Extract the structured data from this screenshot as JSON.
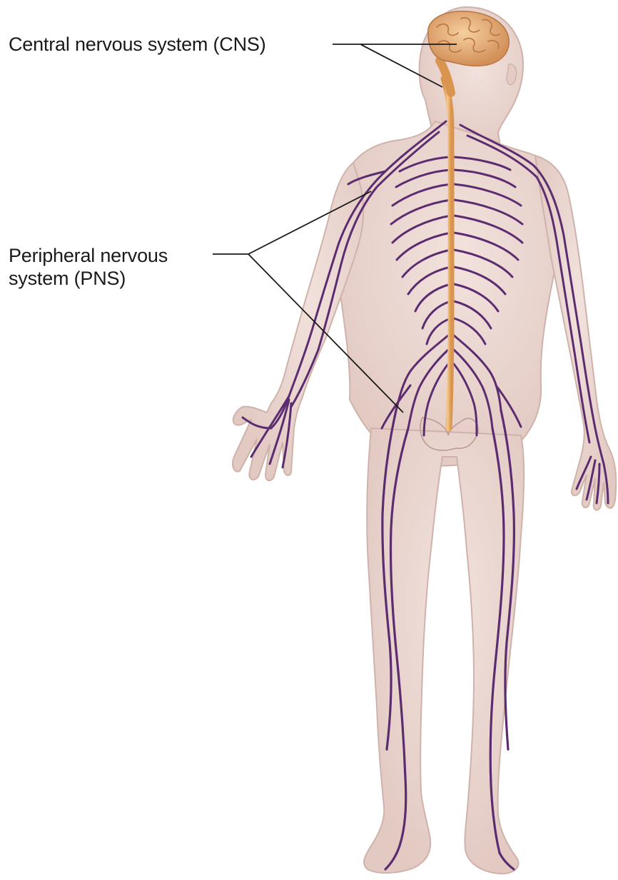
{
  "labels": {
    "cns": "Central nervous system (CNS)",
    "pns_line1": "Peripheral nervous",
    "pns_line2": "system (PNS)"
  },
  "colors": {
    "skin": "#ecd9d3",
    "skin_edge": "#d4bcb5",
    "nerve": "#5b2c6f",
    "cns": "#e7ad68",
    "brain": "#e9b27a",
    "leader": "#1a1a1a"
  }
}
